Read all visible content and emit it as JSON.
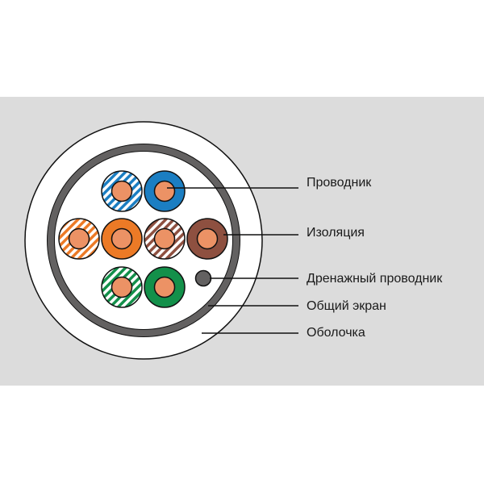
{
  "diagram": {
    "labels": {
      "conductor": "Проводник",
      "insulation": "Изоляция",
      "drain_wire": "Дренажный проводник",
      "shield": "Общий экран",
      "jacket": "Оболочка"
    },
    "colors": {
      "background": "#dcdcdc",
      "core": "#ec9265",
      "blue": "#1b7ec2",
      "orange": "#ec7a26",
      "brown": "#8e5040",
      "green": "#13904a",
      "shield": "#636161"
    }
  }
}
